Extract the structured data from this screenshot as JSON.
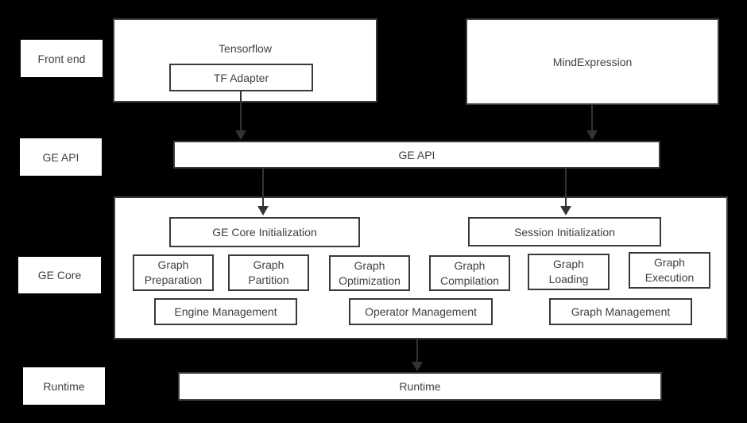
{
  "diagram": {
    "row_labels": [
      {
        "label": "Front end"
      },
      {
        "label": "GE API"
      },
      {
        "label": "GE Core"
      },
      {
        "label": "Runtime"
      }
    ],
    "boxes": {
      "tensorflow": "Tensorflow",
      "tf_adapter": "TF Adapter",
      "mindexpression": "MindExpression",
      "ge_api": "GE API",
      "ge_core_initialization": "GE Core Initialization",
      "session_initialization": "Session Initialization",
      "runtime": "Runtime"
    },
    "ge_core_modules": [
      "Graph Preparation",
      "Graph Partition",
      "Graph Optimization",
      "Graph Compilation",
      "Graph Loading",
      "Graph Execution"
    ],
    "ge_core_management": [
      "Engine Management",
      "Operator Management",
      "Graph Management"
    ],
    "colors": {
      "background": "#000000",
      "box_background": "#ffffff",
      "border": "#3a3a3a",
      "text": "#404040",
      "arrow": "#333333"
    }
  }
}
